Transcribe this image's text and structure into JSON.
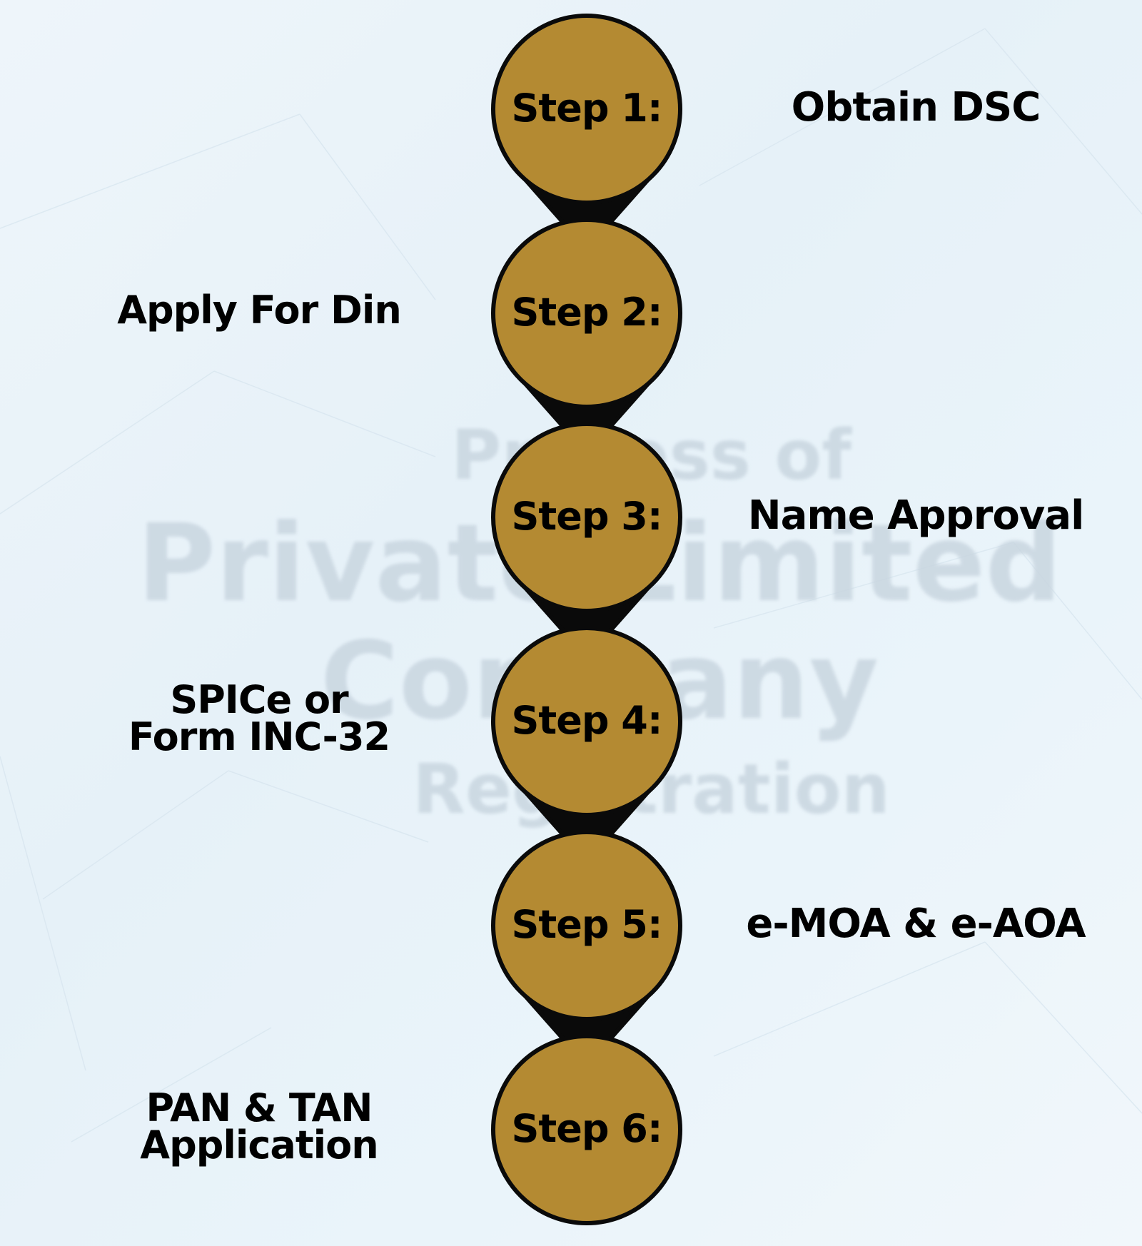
{
  "colors": {
    "circle_fill": "#b48a32",
    "circle_stroke": "#0a0a0a",
    "text": "#000000"
  },
  "watermark": {
    "lines": [
      "Process of",
      "Private Limited",
      "Company",
      "Registration"
    ]
  },
  "steps": [
    {
      "label": "Step 1:",
      "description": [
        "Obtain DSC"
      ],
      "side": "right"
    },
    {
      "label": "Step 2:",
      "description": [
        "Apply For Din"
      ],
      "side": "left"
    },
    {
      "label": "Step 3:",
      "description": [
        "Name Approval"
      ],
      "side": "right"
    },
    {
      "label": "Step 4:",
      "description": [
        "SPICe or",
        "Form INC-32"
      ],
      "side": "left"
    },
    {
      "label": "Step 5:",
      "description": [
        "e-MOA & e-AOA"
      ],
      "side": "right"
    },
    {
      "label": "Step 6:",
      "description": [
        "PAN & TAN",
        "Application"
      ],
      "side": "left"
    }
  ]
}
